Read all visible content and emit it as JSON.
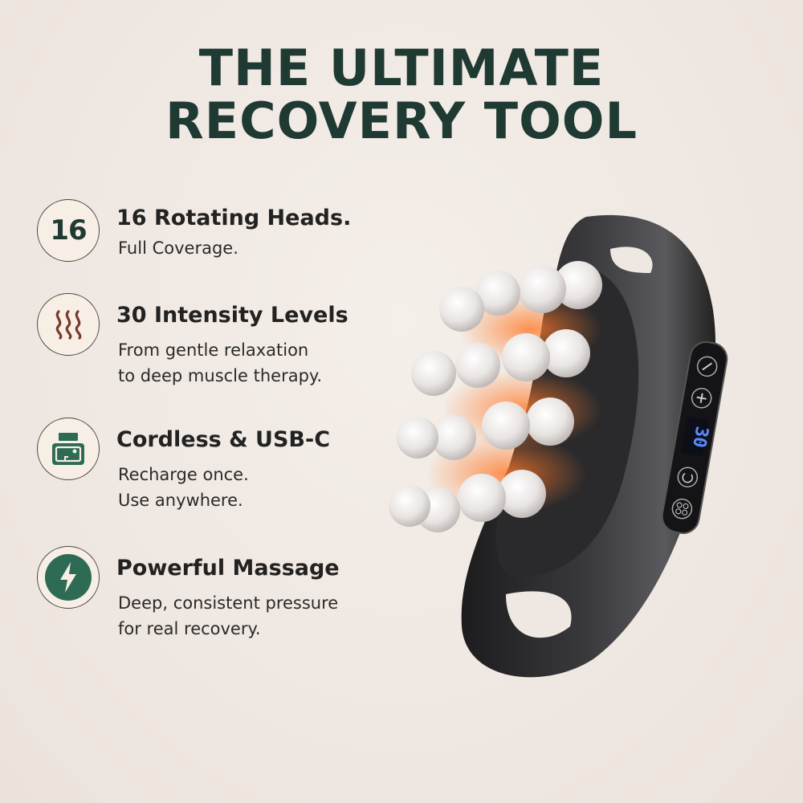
{
  "headline": {
    "line1": "THE ULTIMATE",
    "line2": "RECOVERY TOOL"
  },
  "features": [
    {
      "icon": "number-16-badge",
      "badge_text": "16",
      "title": "16 Rotating Heads.",
      "desc_line1": "Full Coverage.",
      "desc_line2": ""
    },
    {
      "icon": "heat-waves-icon",
      "badge_text": "",
      "title": "30 Intensity Levels",
      "desc_line1": "From gentle relaxation",
      "desc_line2": "to deep muscle therapy."
    },
    {
      "icon": "battery-charger-icon",
      "badge_text": "",
      "title": "Cordless & USB-C",
      "desc_line1": "Recharge once.",
      "desc_line2": "Use anywhere."
    },
    {
      "icon": "lightning-bolt-icon",
      "badge_text": "",
      "title": "Powerful Massage",
      "desc_line1": "Deep, consistent pressure",
      "desc_line2": "for real recovery."
    }
  ],
  "device": {
    "display_value": "30",
    "buttons": [
      "minus",
      "plus",
      "power",
      "mode"
    ]
  },
  "colors": {
    "title": "#1f3a32",
    "accent_green": "#2e6b55",
    "heat_brown": "#7a3a2c",
    "background": "#efe7e1"
  }
}
